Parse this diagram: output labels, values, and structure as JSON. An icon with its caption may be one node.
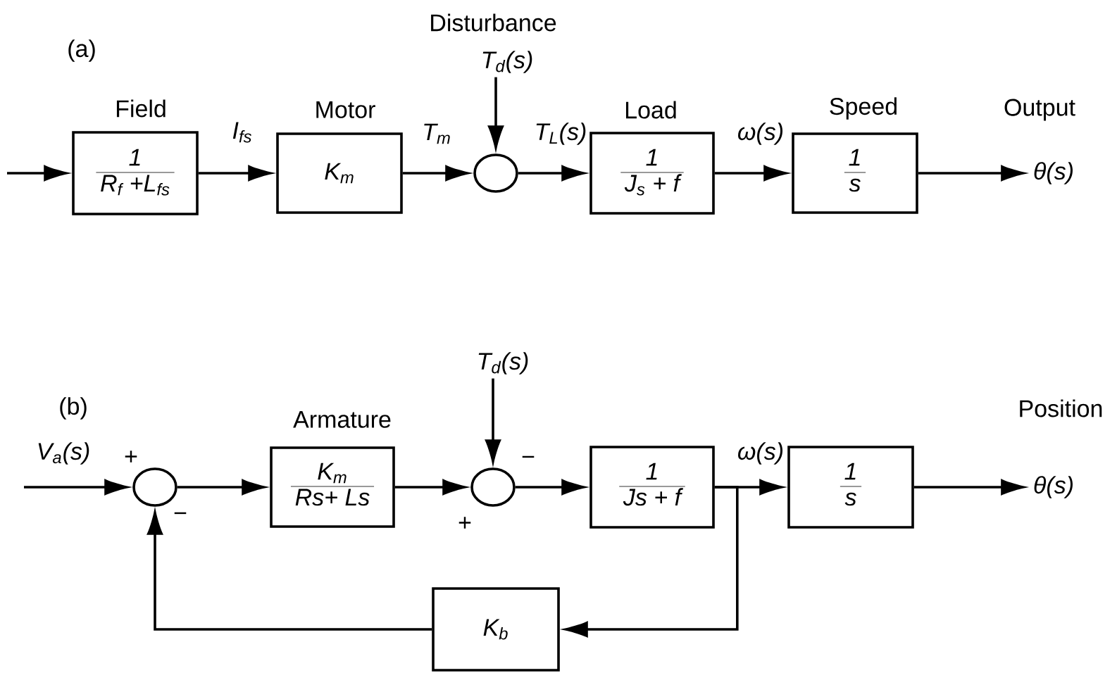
{
  "diagram": {
    "nodes": [
      {
        "text": [
          "1",
          "R$_{f}$ +L$_{fs}$"
        ],
        "beside": [
          "Field"
        ]
      },
      {
        "text": [
          "K$_{m}$"
        ],
        "beside": [
          "Motor"
        ]
      },
      {
        "text": [],
        "shape": "circle"
      },
      {
        "text": [
          "1",
          "J$_{s}$ + f"
        ],
        "beside": [
          "Load"
        ]
      },
      {
        "text": [
          "1",
          "s"
        ],
        "beside": [
          "Speed"
        ]
      },
      {
        "text": [
          "θ(s)"
        ],
        "beside": [
          "Output"
        ]
      },
      {
        "text": [
          "T$_{d}$(s)"
        ],
        "beside": [
          "Disturbance"
        ]
      },
      {
        "text": [],
        "shape": "circle"
      },
      {
        "text": [
          "K$_{m}$",
          "Rs+ Ls"
        ],
        "beside": [
          "Armature"
        ]
      },
      {
        "text": [],
        "shape": "circle"
      },
      {
        "text": [
          "T$_{d}$(s)"
        ]
      },
      {
        "text": [
          "1",
          "Js + f"
        ]
      },
      {
        "text": [
          "1",
          "s"
        ]
      },
      {
        "text": [
          "θ(s)"
        ],
        "beside": [
          "Position"
        ]
      },
      {
        "text": [
          "K$_{b}$"
        ]
      }
    ],
    "edges": [
      {
        "from": null,
        "to": 0,
        "arrow": "to"
      },
      {
        "from": 0,
        "to": 1,
        "arrow": "to",
        "label": "I$_{fs}$"
      },
      {
        "from": 1,
        "to": 2,
        "arrow": "to",
        "label": "T$_{m}$"
      },
      {
        "from": 6,
        "to": 2,
        "arrow": "to"
      },
      {
        "from": 2,
        "to": 3,
        "arrow": "to",
        "label": "T$_{L}$(s)"
      },
      {
        "from": 3,
        "to": 4,
        "arrow": "to",
        "label": "ω(s)"
      },
      {
        "from": 4,
        "to": 5,
        "arrow": "to"
      },
      {
        "from": null,
        "to": 7,
        "arrow": "to",
        "label": "V$_{a}$(s)"
      },
      {
        "from": 7,
        "to": 8,
        "arrow": "to"
      },
      {
        "from": 8,
        "to": 9,
        "arrow": "to"
      },
      {
        "from": 10,
        "to": 9,
        "arrow": "to"
      },
      {
        "from": 9,
        "to": 11,
        "arrow": "to"
      },
      {
        "from": 11,
        "to": 12,
        "arrow": "to",
        "label": "ω(s)"
      },
      {
        "from": 12,
        "to": 13,
        "arrow": "to"
      },
      {
        "from": 11,
        "to": 14,
        "arrow": "to"
      },
      {
        "from": 14,
        "to": 7,
        "arrow": "to"
      }
    ],
    "labels": [
      "(a)",
      "(b)",
      "+",
      "−",
      "−",
      "+"
    ]
  }
}
